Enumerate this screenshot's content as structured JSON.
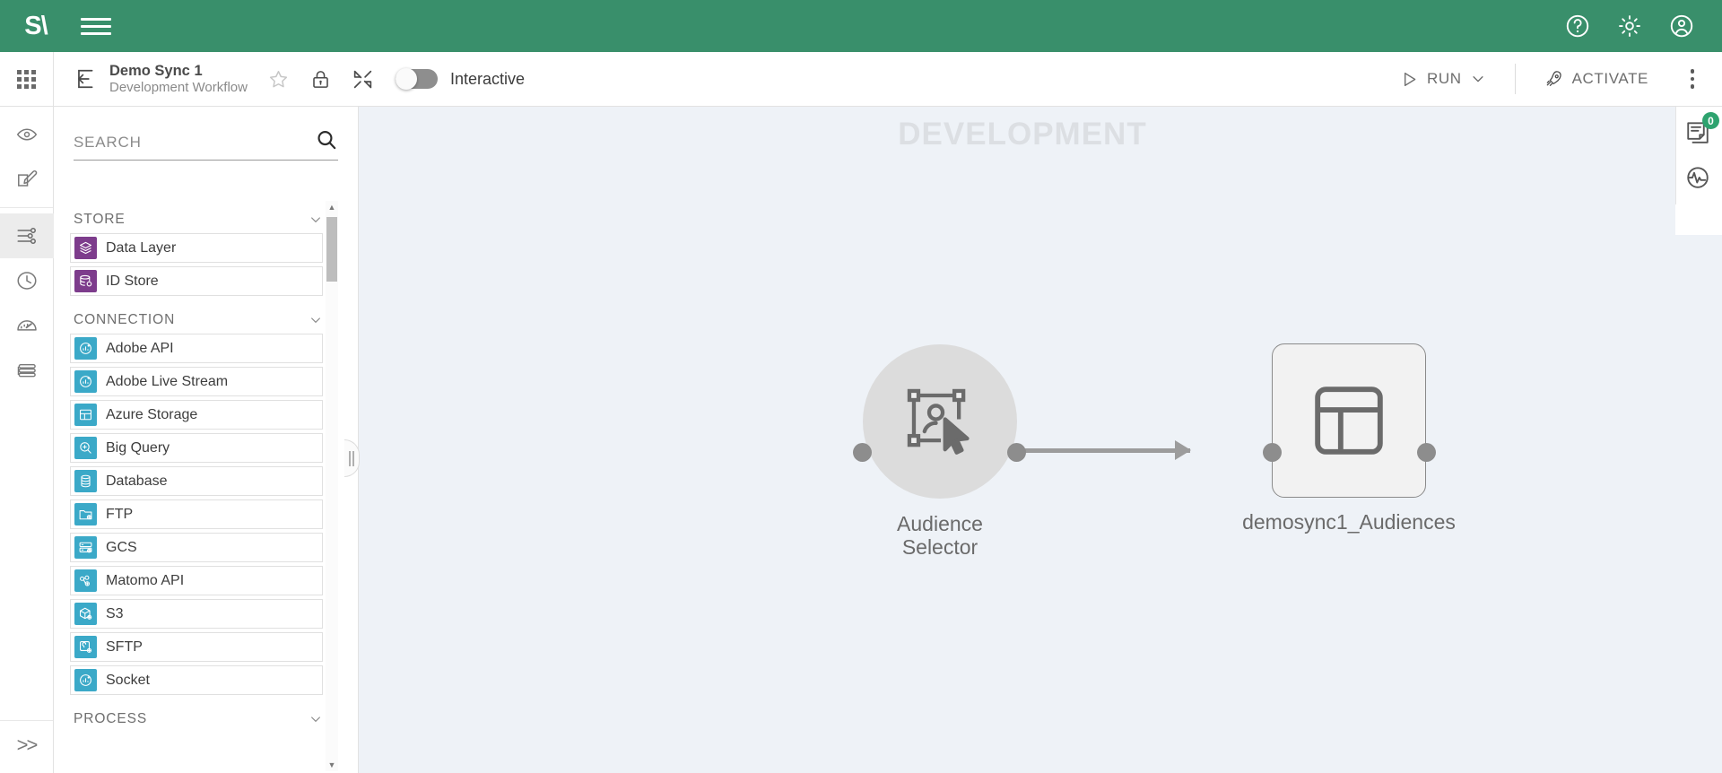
{
  "topbar": {
    "logo_text": "S\\",
    "menu_icon": "hamburger-icon",
    "actions": [
      {
        "name": "help-icon",
        "label": "Help"
      },
      {
        "name": "settings-gear-icon",
        "label": "Settings"
      },
      {
        "name": "user-account-icon",
        "label": "Account"
      }
    ]
  },
  "workflow_header": {
    "apps_icon": "apps-grid-icon",
    "back_icon": "back-arrow-icon",
    "title": "Demo Sync 1",
    "subtitle": "Development Workflow",
    "favorite_icon": "star-icon",
    "lock_icon": "lock-icon",
    "collapse_icon": "collapse-arrows-icon",
    "toggle": {
      "label": "Interactive",
      "state": "off"
    },
    "run_label": "RUN",
    "run_icon": "play-icon",
    "run_chevron_icon": "chevron-down-icon",
    "activate_label": "ACTIVATE",
    "activate_icon": "rocket-icon",
    "overflow_icon": "kebab-menu-icon"
  },
  "rail": {
    "items": [
      {
        "name": "apps-grid",
        "icon": "apps-grid-icon",
        "active": false
      },
      {
        "name": "view",
        "icon": "eye-icon",
        "active": false
      },
      {
        "name": "edit",
        "icon": "edit-compose-icon",
        "active": false
      },
      {
        "name": "configure",
        "icon": "sliders-icon",
        "active": true
      },
      {
        "name": "schedule",
        "icon": "clock-icon",
        "active": false
      },
      {
        "name": "monitor",
        "icon": "gauge-icon",
        "active": false
      },
      {
        "name": "layers",
        "icon": "stack-layers-icon",
        "active": false
      }
    ],
    "expand_label": ">>"
  },
  "panel": {
    "search": {
      "placeholder": "SEARCH",
      "value": "",
      "icon": "search-icon"
    },
    "groups": [
      {
        "title": "STORE",
        "collapse_icon": "chevron-down-icon",
        "items": [
          {
            "label": "Data Layer",
            "icon": "data-layer-icon",
            "color": "purple"
          },
          {
            "label": "ID Store",
            "icon": "id-store-icon",
            "color": "purple"
          }
        ]
      },
      {
        "title": "CONNECTION",
        "collapse_icon": "chevron-down-icon",
        "items": [
          {
            "label": "Adobe API",
            "icon": "adobe-api-icon",
            "color": "blue"
          },
          {
            "label": "Adobe Live Stream",
            "icon": "adobe-live-stream-icon",
            "color": "blue"
          },
          {
            "label": "Azure Storage",
            "icon": "azure-storage-icon",
            "color": "blue"
          },
          {
            "label": "Big Query",
            "icon": "big-query-icon",
            "color": "blue"
          },
          {
            "label": "Database",
            "icon": "database-icon",
            "color": "blue"
          },
          {
            "label": "FTP",
            "icon": "ftp-icon",
            "color": "blue"
          },
          {
            "label": "GCS",
            "icon": "gcs-icon",
            "color": "blue"
          },
          {
            "label": "Matomo API",
            "icon": "matomo-api-icon",
            "color": "blue"
          },
          {
            "label": "S3",
            "icon": "s3-icon",
            "color": "blue"
          },
          {
            "label": "SFTP",
            "icon": "sftp-icon",
            "color": "blue"
          },
          {
            "label": "Socket",
            "icon": "socket-icon",
            "color": "blue"
          }
        ]
      },
      {
        "title": "PROCESS",
        "collapse_icon": "chevron-down-icon",
        "items": []
      }
    ],
    "scrollbar": {
      "up_icon": "triangle-up-icon",
      "down_icon": "triangle-down-icon"
    },
    "collapse_handle": "panel-collapse-handle"
  },
  "canvas": {
    "watermark": "DEVELOPMENT",
    "background_color": "#eef2f7",
    "nodes": [
      {
        "id": "audience-selector",
        "label": "Audience\nSelector",
        "label_line1": "Audience",
        "label_line2": "Selector",
        "shape": "circle",
        "icon": "audience-selector-icon"
      },
      {
        "id": "demosync1-audiences",
        "label": "demosync1_Audiences",
        "shape": "rounded-square",
        "icon": "table-layout-icon"
      }
    ],
    "edges": [
      {
        "from": "audience-selector",
        "to": "demosync1-audiences"
      }
    ]
  },
  "right_flyout": {
    "notes": {
      "icon": "notes-icon",
      "badge": "0"
    },
    "monitor": {
      "icon": "pulse-monitor-icon"
    }
  },
  "colors": {
    "brand_green": "#398f6b",
    "badge_green": "#2ea36f",
    "store_purple": "#7d3c8c",
    "connection_blue": "#3ba9c8",
    "canvas_bg": "#eef2f7",
    "node_gray": "#dcdcdc"
  }
}
